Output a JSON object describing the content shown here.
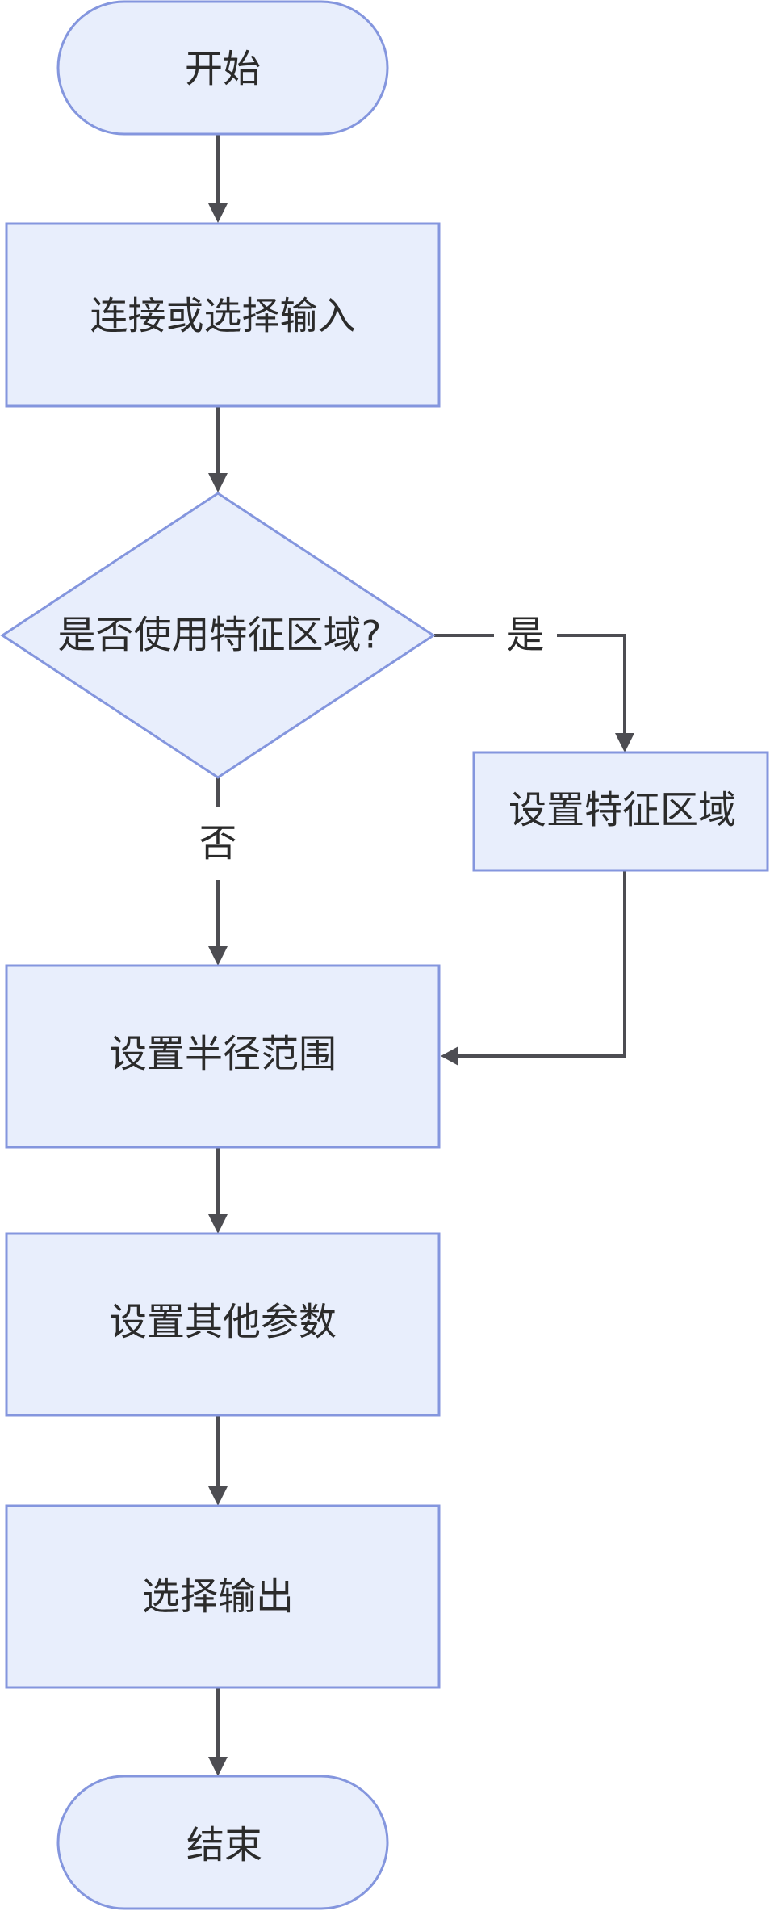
{
  "diagram": {
    "type": "flowchart",
    "direction": "top-down",
    "colors": {
      "node_fill": "#E8EEFC",
      "node_stroke": "#8496DE",
      "edge": "#4D4D52",
      "text": "#2B2B2B"
    },
    "nodes": {
      "start": {
        "label": "开始",
        "shape": "terminal"
      },
      "input": {
        "label": "连接或选择输入",
        "shape": "process"
      },
      "decision": {
        "label": "是否使用特征区域?",
        "shape": "decision"
      },
      "feature": {
        "label": "设置特征区域",
        "shape": "process"
      },
      "radius": {
        "label": "设置半径范围",
        "shape": "process"
      },
      "params": {
        "label": "设置其他参数",
        "shape": "process"
      },
      "output": {
        "label": "选择输出",
        "shape": "process"
      },
      "end": {
        "label": "结束",
        "shape": "terminal"
      }
    },
    "edges": [
      {
        "from": "start",
        "to": "input",
        "label": ""
      },
      {
        "from": "input",
        "to": "decision",
        "label": ""
      },
      {
        "from": "decision",
        "to": "feature",
        "label": "是"
      },
      {
        "from": "decision",
        "to": "radius",
        "label": "否"
      },
      {
        "from": "feature",
        "to": "radius",
        "label": ""
      },
      {
        "from": "radius",
        "to": "params",
        "label": ""
      },
      {
        "from": "params",
        "to": "output",
        "label": ""
      },
      {
        "from": "output",
        "to": "end",
        "label": ""
      }
    ],
    "edge_labels": {
      "yes": "是",
      "no": "否"
    }
  }
}
